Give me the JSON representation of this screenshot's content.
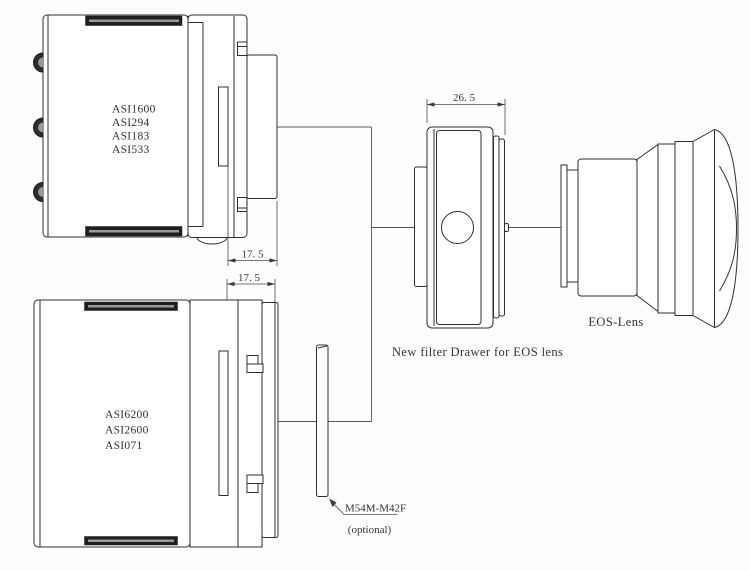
{
  "page": {
    "background": "#fdfdfd"
  },
  "diagram": {
    "line_color": "#2f2f2f",
    "dark_fill": "#1f1f1f",
    "text_color": "#333333",
    "camera_group_top": {
      "models": [
        "ASI1600",
        "ASI294",
        "ASI183",
        "ASI533"
      ],
      "back_focus_dimension": "17. 5"
    },
    "camera_group_bottom": {
      "models": [
        "ASI6200",
        "ASI2600",
        "ASI071"
      ],
      "back_focus_dimension": "17. 5"
    },
    "filter_drawer": {
      "width_dimension": "26. 5",
      "caption": "New filter Drawer for EOS lens"
    },
    "eos_lens": {
      "caption": "EOS-Lens"
    },
    "adapter": {
      "name": "M54M-M42F",
      "note": "(optional)"
    }
  }
}
